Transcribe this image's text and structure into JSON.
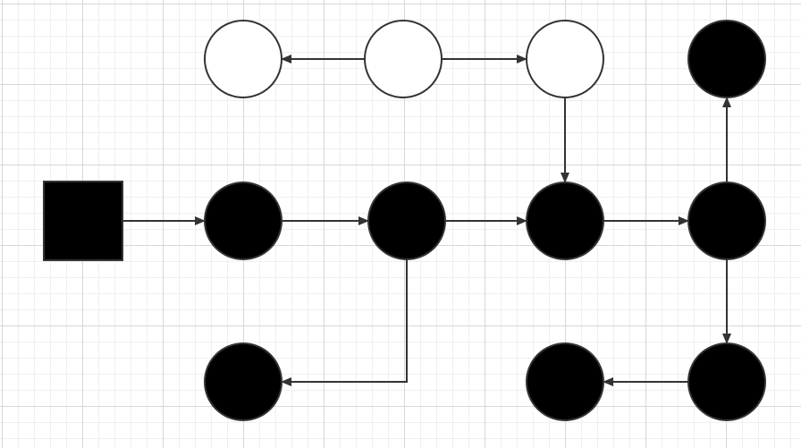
{
  "diagram": {
    "colors": {
      "stroke": "#333333",
      "filled": "#000000",
      "empty": "#ffffff"
    },
    "nodes": [
      {
        "id": "start-square",
        "shape": "square",
        "fill": "filled"
      },
      {
        "id": "node-top-1",
        "shape": "circle",
        "fill": "empty"
      },
      {
        "id": "node-top-2",
        "shape": "circle",
        "fill": "empty"
      },
      {
        "id": "node-top-3",
        "shape": "circle",
        "fill": "empty"
      },
      {
        "id": "node-top-4",
        "shape": "circle",
        "fill": "filled"
      },
      {
        "id": "node-mid-1",
        "shape": "circle",
        "fill": "filled"
      },
      {
        "id": "node-mid-2",
        "shape": "circle",
        "fill": "filled"
      },
      {
        "id": "node-mid-3",
        "shape": "circle",
        "fill": "filled"
      },
      {
        "id": "node-mid-4",
        "shape": "circle",
        "fill": "filled"
      },
      {
        "id": "node-bottom-1",
        "shape": "circle",
        "fill": "filled"
      },
      {
        "id": "node-bottom-3",
        "shape": "circle",
        "fill": "filled"
      },
      {
        "id": "node-bottom-4",
        "shape": "circle",
        "fill": "filled"
      }
    ],
    "edges": [
      {
        "from": "start-square",
        "to": "node-mid-1"
      },
      {
        "from": "node-mid-1",
        "to": "node-mid-2"
      },
      {
        "from": "node-mid-2",
        "to": "node-mid-3"
      },
      {
        "from": "node-mid-3",
        "to": "node-mid-4"
      },
      {
        "from": "node-mid-4",
        "to": "node-top-4"
      },
      {
        "from": "node-mid-4",
        "to": "node-bottom-4"
      },
      {
        "from": "node-bottom-4",
        "to": "node-bottom-3"
      },
      {
        "from": "node-mid-2",
        "to": "node-bottom-1"
      },
      {
        "from": "node-top-3",
        "to": "node-mid-3"
      },
      {
        "from": "node-top-2",
        "to": "node-top-1"
      },
      {
        "from": "node-top-2",
        "to": "node-top-3"
      }
    ]
  }
}
